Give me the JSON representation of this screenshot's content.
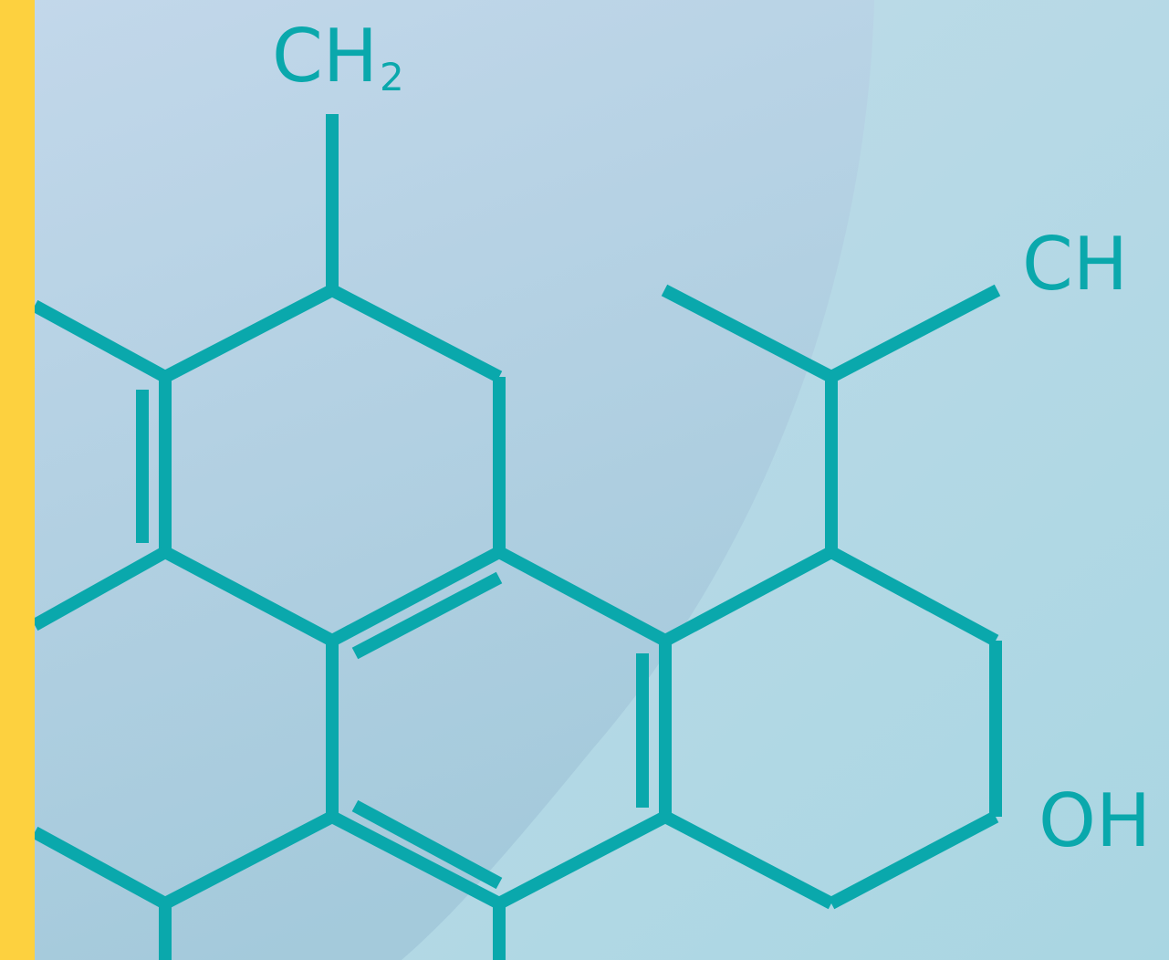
{
  "colors": {
    "stripe": "#FDD13F",
    "bond": "#0AA8AC",
    "background_left": "#B6D4E6",
    "background_right": "#C6E6EC",
    "lens": "#BFD3E8"
  },
  "labels": {
    "ch2_main": "CH",
    "ch2_sub": "2",
    "ch": "CH",
    "oh": "OH"
  }
}
